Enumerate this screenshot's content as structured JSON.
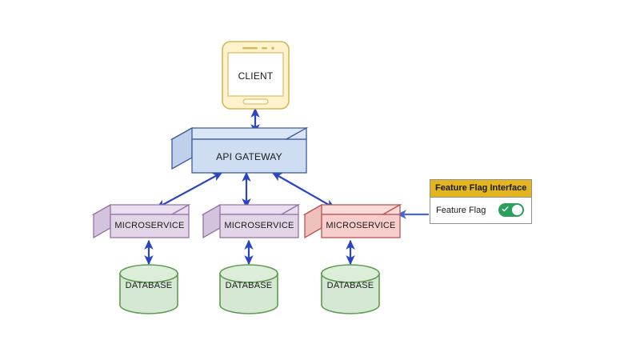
{
  "diagram": {
    "title": "Microservices architecture with feature flag interface",
    "background_color": "#ffffff"
  },
  "nodes": {
    "client": {
      "label": "CLIENT",
      "shape": "mobile-phone",
      "fill": "#ffffff",
      "stroke": "#d6b656",
      "body_fill": "#fff2cc"
    },
    "gateway": {
      "label": "API GATEWAY",
      "shape": "cube",
      "fill": "#cfddf2",
      "stroke": "#3c5d99",
      "top_fill": "#dae5f5",
      "side_fill": "#c0d0ea"
    },
    "microservices": [
      {
        "label": "MICROSERVICE",
        "shape": "cube",
        "fill": "#e1d5e7",
        "stroke": "#9673a6",
        "top_fill": "#e8def0",
        "side_fill": "#d4c3dd"
      },
      {
        "label": "MICROSERVICE",
        "shape": "cube",
        "fill": "#e1d5e7",
        "stroke": "#9673a6",
        "top_fill": "#e8def0",
        "side_fill": "#d4c3dd"
      },
      {
        "label": "MICROSERVICE",
        "shape": "cube",
        "fill": "#f8cecc",
        "stroke": "#b85450",
        "top_fill": "#fadbd9",
        "side_fill": "#eec0bd"
      }
    ],
    "databases": [
      {
        "label": "DATABASE",
        "shape": "cylinder",
        "fill": "#d5e8d4",
        "stroke": "#5f9b4e"
      },
      {
        "label": "DATABASE",
        "shape": "cylinder",
        "fill": "#d5e8d4",
        "stroke": "#5f9b4e"
      },
      {
        "label": "DATABASE",
        "shape": "cylinder",
        "fill": "#d5e8d4",
        "stroke": "#5f9b4e"
      }
    ]
  },
  "feature_panel": {
    "header": "Feature Flag Interface",
    "header_color": "#e3b520",
    "row_label": "Feature Flag",
    "toggle_state": "on",
    "toggle_color": "#2aa05a",
    "border_color": "#8f8f8f"
  },
  "connections": {
    "arrow_color": "#2a45c2",
    "feature_arrow_color": "#4a67d8",
    "items": [
      {
        "from": "client",
        "to": "gateway",
        "direction": "bidirectional"
      },
      {
        "from": "gateway",
        "to": "microservice-1",
        "direction": "bidirectional"
      },
      {
        "from": "gateway",
        "to": "microservice-2",
        "direction": "bidirectional"
      },
      {
        "from": "gateway",
        "to": "microservice-3",
        "direction": "bidirectional"
      },
      {
        "from": "microservice-1",
        "to": "database-1",
        "direction": "bidirectional"
      },
      {
        "from": "microservice-2",
        "to": "database-2",
        "direction": "bidirectional"
      },
      {
        "from": "microservice-3",
        "to": "database-3",
        "direction": "bidirectional"
      },
      {
        "from": "feature-panel",
        "to": "microservice-3",
        "direction": "single"
      }
    ]
  }
}
